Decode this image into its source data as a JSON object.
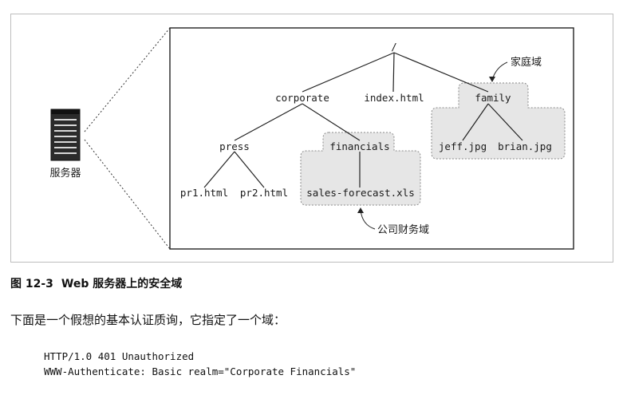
{
  "diagram": {
    "server_label": "服务器",
    "root_label": "/",
    "nodes": {
      "corporate": "corporate",
      "index": "index.html",
      "family": "family",
      "press": "press",
      "financials": "financials",
      "pr1": "pr1.html",
      "pr2": "pr2.html",
      "sales_forecast": "sales-forecast.xls",
      "jeff": "jeff.jpg",
      "brian": "brian.jpg"
    },
    "realm_labels": {
      "family_realm": "家庭域",
      "corporate_financials_realm": "公司财务域"
    }
  },
  "caption": {
    "figure_number": "图 12-3",
    "title": "Web 服务器上的安全域"
  },
  "paragraph": "下面是一个假想的基本认证质询，它指定了一个域：",
  "code": {
    "line1": "HTTP/1.0 401 Unauthorized",
    "line2": "WWW-Authenticate: Basic realm=\"Corporate Financials\""
  }
}
